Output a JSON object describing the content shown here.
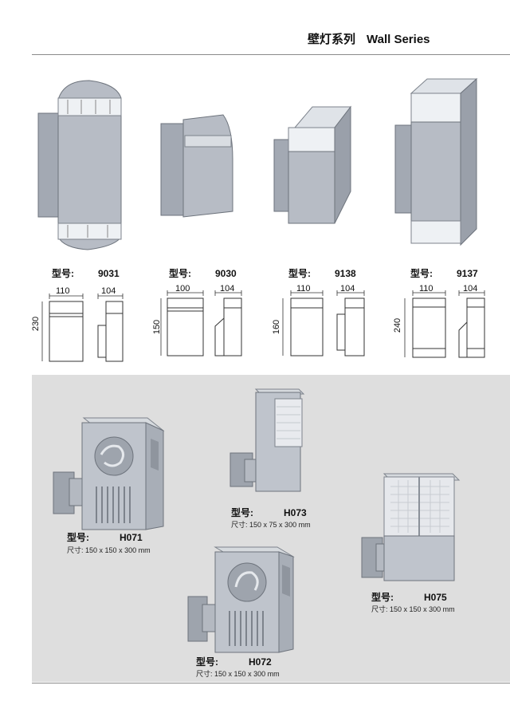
{
  "header": {
    "title_cn": "壁灯系列",
    "title_en": "Wall Series"
  },
  "model_prefix": "型号:",
  "size_prefix": "尺寸:",
  "top_products": [
    {
      "code": "9031",
      "width": "110",
      "depth": "104",
      "height": "230"
    },
    {
      "code": "9030",
      "width": "100",
      "depth": "104",
      "height": "150"
    },
    {
      "code": "9138",
      "width": "110",
      "depth": "104",
      "height": "160"
    },
    {
      "code": "9137",
      "width": "110",
      "depth": "104",
      "height": "240"
    }
  ],
  "bottom_products": [
    {
      "code": "H071",
      "size": "150 x 150 x 300 mm"
    },
    {
      "code": "H073",
      "size": "150 x 75 x 300 mm"
    },
    {
      "code": "H072",
      "size": "150 x 150 x 300 mm"
    },
    {
      "code": "H075",
      "size": "150 x 150 x 300 mm"
    }
  ]
}
